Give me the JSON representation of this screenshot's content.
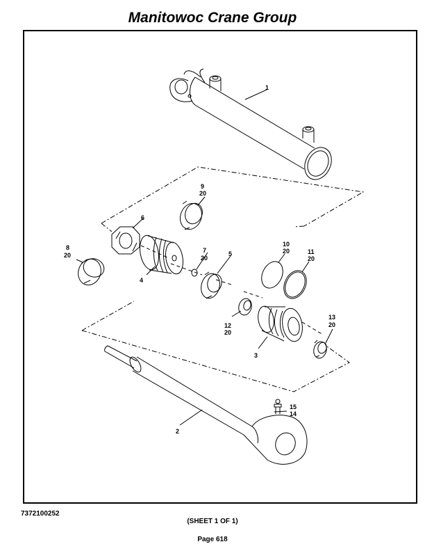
{
  "header": {
    "title": "Manitowoc Crane Group"
  },
  "diagram": {
    "callouts": {
      "c1": "1",
      "c2": "2",
      "c3": "3",
      "c4": "4",
      "c5": "5",
      "c6": "6",
      "c7a": "7",
      "c7b": "20",
      "c8a": "8",
      "c8b": "20",
      "c9a": "9",
      "c9b": "20",
      "c10a": "10",
      "c10b": "20",
      "c11a": "11",
      "c11b": "20",
      "c12a": "12",
      "c12b": "20",
      "c13a": "13",
      "c13b": "20",
      "c15": "15",
      "c14": "14"
    }
  },
  "footer": {
    "drawing_number": "7372100252",
    "sheet": "(SHEET 1 OF 1)",
    "page": "Page 618"
  }
}
